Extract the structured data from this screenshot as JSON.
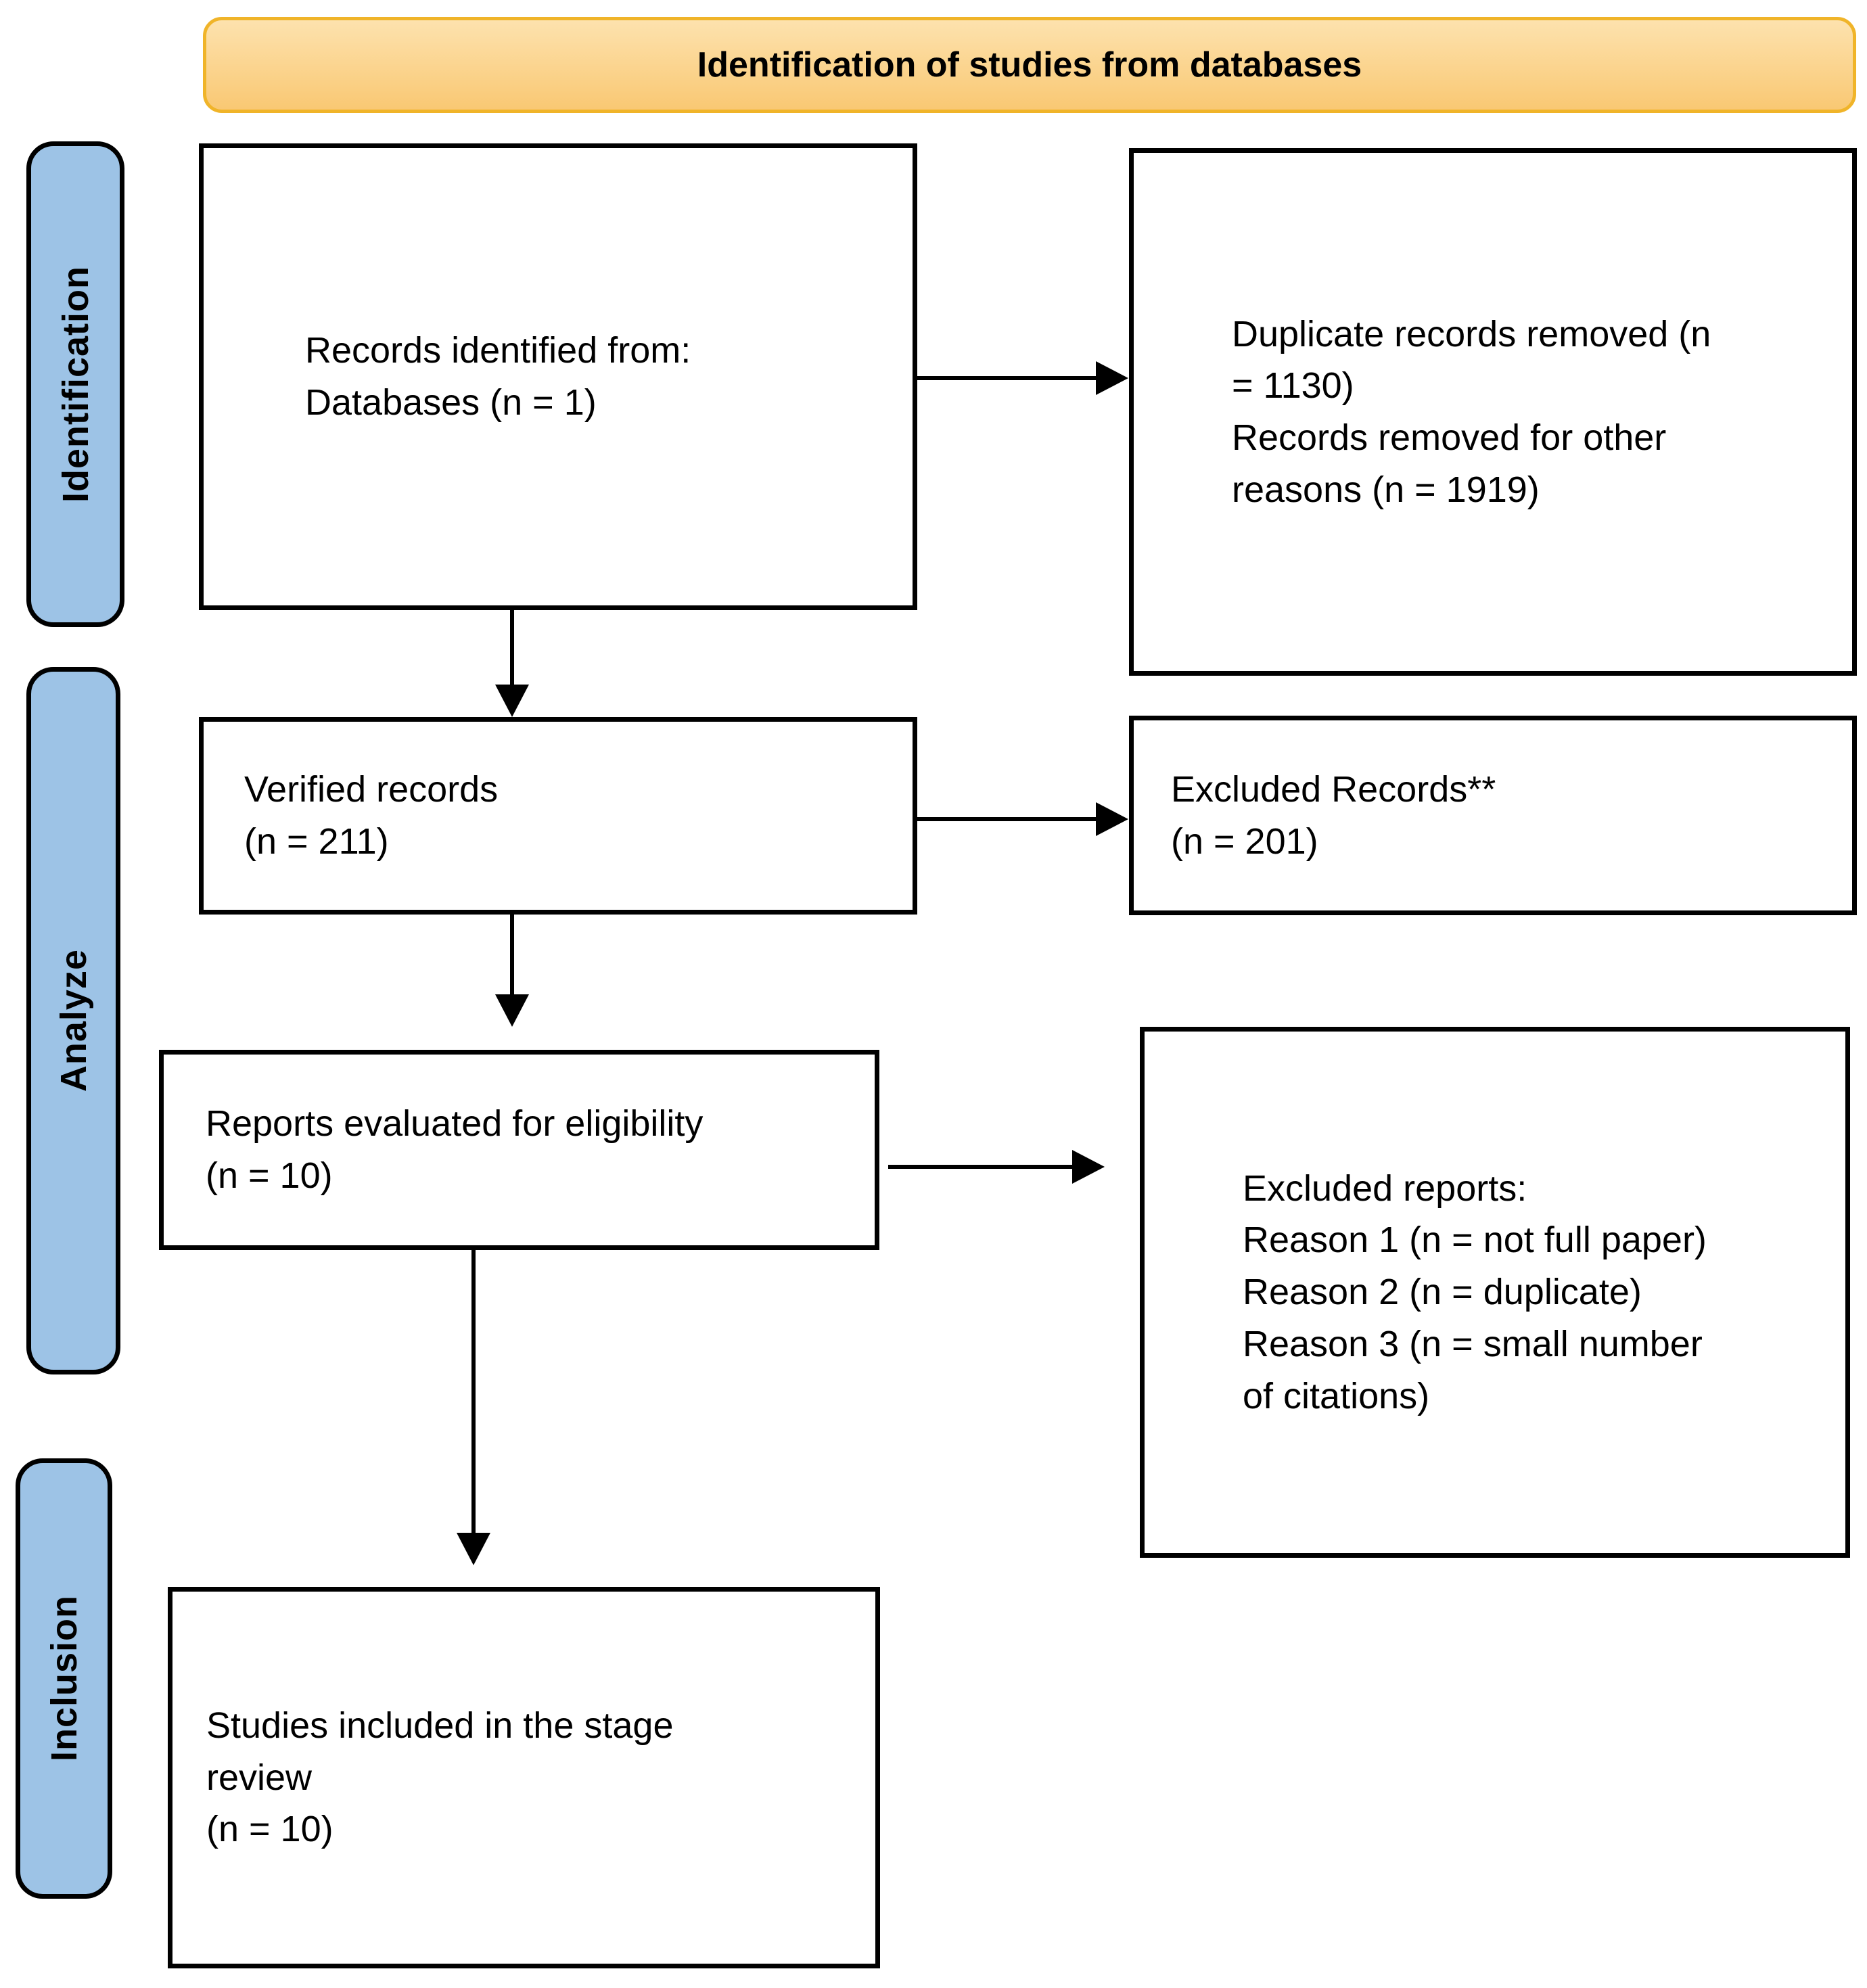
{
  "banner": {
    "label": "Identification of studies from databases"
  },
  "stages": {
    "identification": "Identification",
    "analyze": "Analyze",
    "inclusion": "Inclusion"
  },
  "boxes": {
    "records_identified": "Records identified from:\nDatabases (n = 1)",
    "duplicates_removed": "Duplicate records removed (n\n= 1130)\nRecords removed for other\nreasons (n = 1919)",
    "verified_records": "Verified records\n(n = 211)",
    "excluded_records": "Excluded Records**\n(n = 201)",
    "reports_evaluated": "Reports evaluated for eligibility\n(n = 10)",
    "excluded_reports": "Excluded reports:\nReason 1 (n = not full paper)\nReason 2 (n = duplicate)\nReason 3 (n = small number\nof citations)",
    "studies_included": "Studies included in the stage\nreview\n(n = 10)"
  },
  "colors": {
    "banner_fill_top": "#FDE2AE",
    "banner_fill_bottom": "#F9C873",
    "banner_border": "#F0B429",
    "stage_fill": "#9DC3E6",
    "box_border": "#000000",
    "arrow": "#000000"
  }
}
